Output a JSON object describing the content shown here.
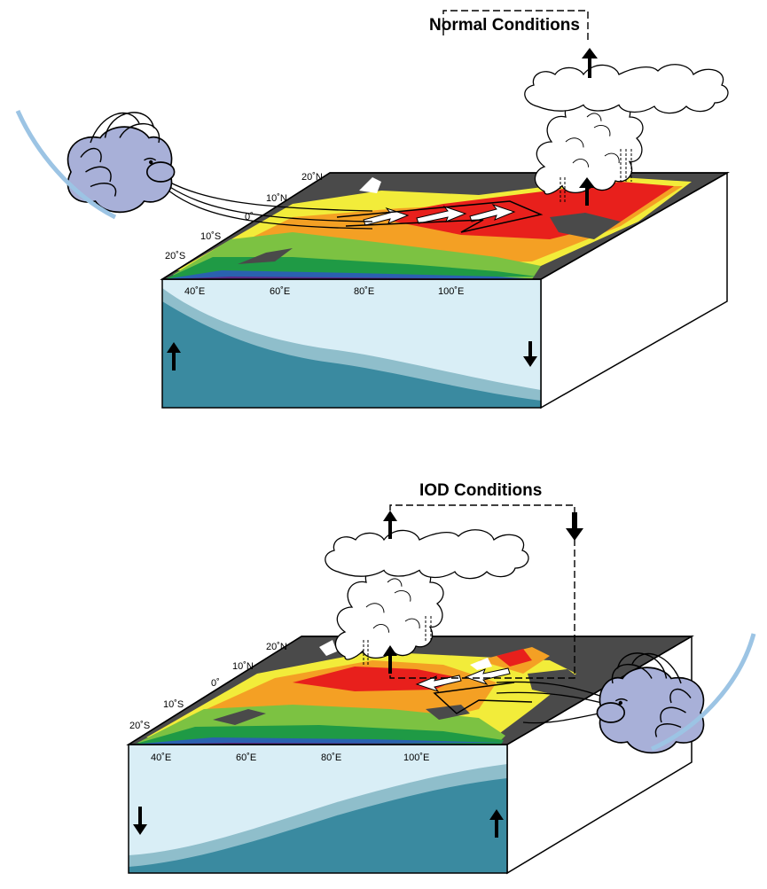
{
  "panels": [
    {
      "title": "Normal Conditions",
      "lat_labels": [
        "20˚N",
        "10˚N",
        "0˚",
        "10˚S",
        "20˚S"
      ],
      "lon_labels": [
        "40˚E",
        "60˚E",
        "80˚E",
        "100˚E"
      ],
      "wind_from": "west",
      "convection_over": "east",
      "thermocline_tilt": "deep-east",
      "ocean_arrows": [
        "up-west",
        "down-east"
      ]
    },
    {
      "title": "IOD Conditions",
      "lat_labels": [
        "20˚N",
        "10˚N",
        "0˚",
        "10˚S",
        "20˚S"
      ],
      "lon_labels": [
        "40˚E",
        "60˚E",
        "80˚E",
        "100˚E"
      ],
      "wind_from": "east",
      "convection_over": "west",
      "thermocline_tilt": "deep-west",
      "ocean_arrows": [
        "down-west",
        "up-east"
      ]
    }
  ],
  "icons": [
    "wind-face-icon",
    "convection-cloud-icon",
    "up-arrow-icon",
    "down-arrow-icon"
  ],
  "colors": {
    "land": "#4a4a4a",
    "sst_warm": "#e8201c",
    "sst_orange": "#f4a024",
    "sst_yellow": "#f2ec3a",
    "sst_green": "#7cc242",
    "sst_dark_green": "#1f9a45",
    "sst_blue": "#2a61b0",
    "sst_purple": "#5b2a86",
    "ocean_surface": "#d9eef6",
    "thermocline": "#8fbecb",
    "deep_ocean": "#3a8aa0",
    "wind_face": "#a8b0d8"
  }
}
